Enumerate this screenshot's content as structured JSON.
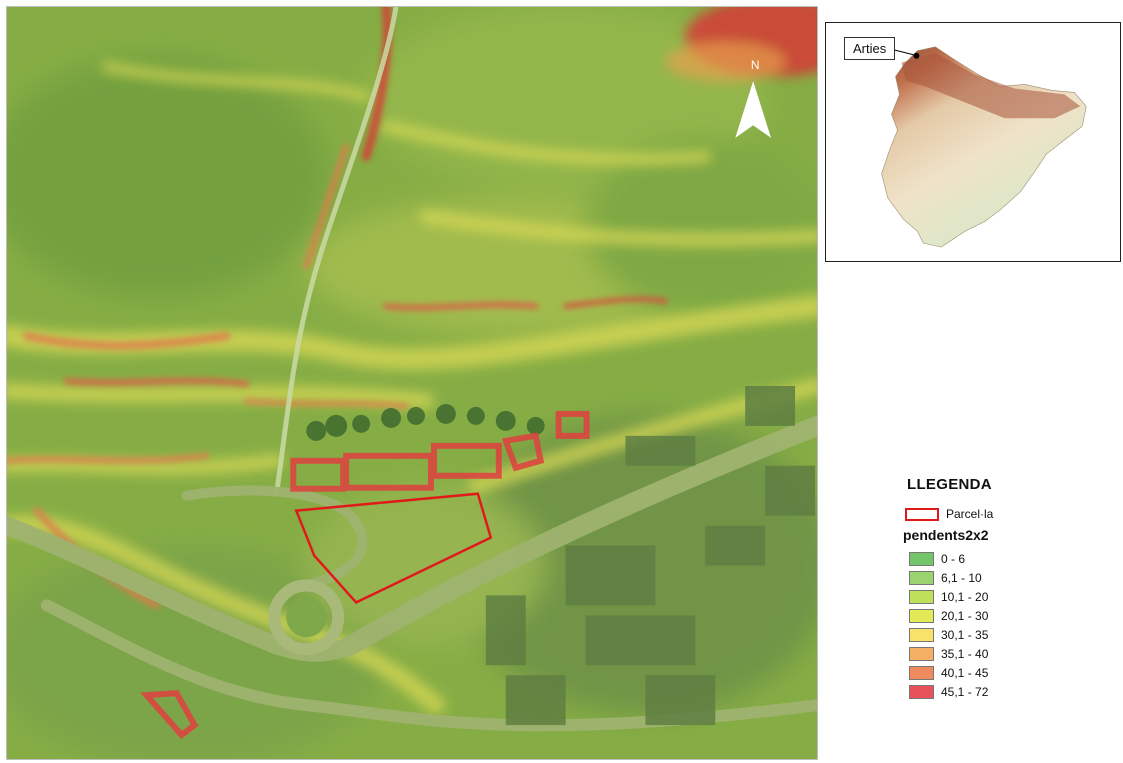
{
  "map": {
    "north_label": "N"
  },
  "inset": {
    "label": "Arties"
  },
  "legend": {
    "title": "LLEGENDA",
    "parcel_label": "Parcel·la",
    "raster_title": "pendents2x2",
    "classes": [
      {
        "label": "0 - 6",
        "color": "#74c46a"
      },
      {
        "label": "6,1 - 10",
        "color": "#9bd36f"
      },
      {
        "label": "10,1 - 20",
        "color": "#bfe05a"
      },
      {
        "label": "20,1 - 30",
        "color": "#e2ea55"
      },
      {
        "label": "30,1 - 35",
        "color": "#f8e26a"
      },
      {
        "label": "35,1 - 40",
        "color": "#f6b066"
      },
      {
        "label": "40,1 - 45",
        "color": "#f08a5f"
      },
      {
        "label": "45,1 - 72",
        "color": "#e8525a"
      }
    ]
  },
  "colors": {
    "parcel_outline": "#e01a1a",
    "map_base": "#8db34a",
    "steep": "#d53b36"
  }
}
